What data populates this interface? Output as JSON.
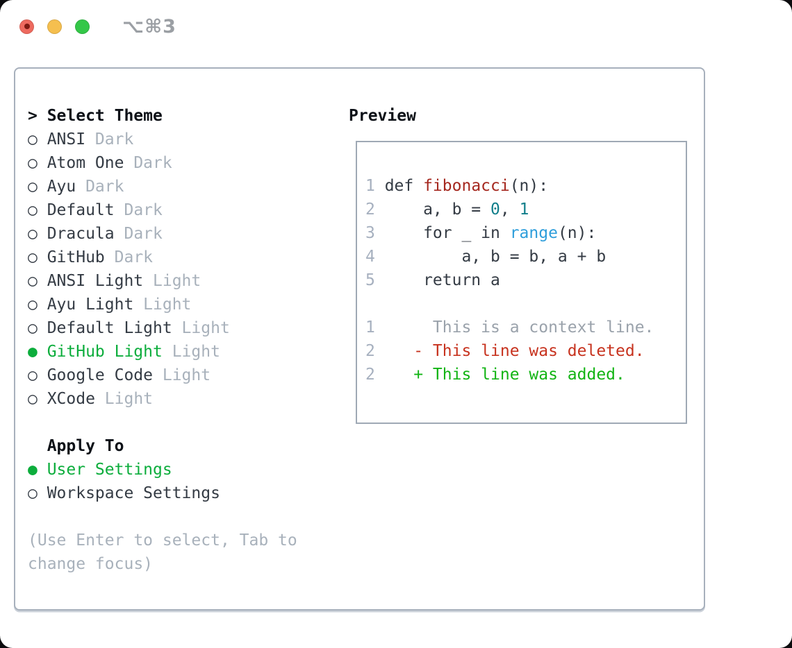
{
  "titlebar": {
    "shortcut": "⌥⌘3",
    "buttons": [
      "close",
      "minimize",
      "zoom"
    ]
  },
  "markers": {
    "selected": "●",
    "unselected": "○"
  },
  "left": {
    "select_heading": {
      "prompt": ">",
      "label": "Select Theme"
    },
    "themes": [
      {
        "name": "ANSI",
        "variant": "Dark",
        "selected": false
      },
      {
        "name": "Atom One",
        "variant": "Dark",
        "selected": false
      },
      {
        "name": "Ayu",
        "variant": "Dark",
        "selected": false
      },
      {
        "name": "Default",
        "variant": "Dark",
        "selected": false
      },
      {
        "name": "Dracula",
        "variant": "Dark",
        "selected": false
      },
      {
        "name": "GitHub",
        "variant": "Dark",
        "selected": false
      },
      {
        "name": "ANSI Light",
        "variant": "Light",
        "selected": false
      },
      {
        "name": "Ayu Light",
        "variant": "Light",
        "selected": false
      },
      {
        "name": "Default Light",
        "variant": "Light",
        "selected": false
      },
      {
        "name": "GitHub Light",
        "variant": "Light",
        "selected": true
      },
      {
        "name": "Google Code",
        "variant": "Light",
        "selected": false
      },
      {
        "name": "XCode",
        "variant": "Light",
        "selected": false
      }
    ],
    "apply_heading": "Apply To",
    "apply_options": [
      {
        "label": "User Settings",
        "selected": true
      },
      {
        "label": "Workspace Settings",
        "selected": false
      }
    ],
    "hint": "(Use Enter to select, Tab to change focus)"
  },
  "preview": {
    "title": "Preview",
    "code_lines": [
      {
        "num": "1",
        "segments": [
          {
            "t": "def ",
            "c": "text"
          },
          {
            "t": "fibonacci",
            "c": "func"
          },
          {
            "t": "(n):",
            "c": "text"
          }
        ]
      },
      {
        "num": "2",
        "segments": [
          {
            "t": "    a, b = ",
            "c": "text"
          },
          {
            "t": "0",
            "c": "number"
          },
          {
            "t": ", ",
            "c": "text"
          },
          {
            "t": "1",
            "c": "number"
          }
        ]
      },
      {
        "num": "3",
        "segments": [
          {
            "t": "    for _ in ",
            "c": "text"
          },
          {
            "t": "range",
            "c": "builtin"
          },
          {
            "t": "(n):",
            "c": "text"
          }
        ]
      },
      {
        "num": "4",
        "segments": [
          {
            "t": "        a, b = b, a + b",
            "c": "text"
          }
        ]
      },
      {
        "num": "5",
        "segments": [
          {
            "t": "    return a",
            "c": "text"
          }
        ]
      }
    ],
    "diff_lines": [
      {
        "num": "1",
        "type": "context",
        "text": "     This is a context line."
      },
      {
        "num": "2",
        "type": "deleted",
        "text": "   - This line was deleted."
      },
      {
        "num": "2",
        "type": "added",
        "text": "   + This line was added."
      }
    ]
  },
  "colors": {
    "selected_green": "#0cad3c",
    "added_green": "#12b414",
    "deleted_red": "#c7331f",
    "function_red": "#a5281f",
    "number_teal": "#0f7e8a",
    "builtin_blue": "#2e9edb",
    "text_dark": "#343b44",
    "heading_black": "#0d1117",
    "muted_gray": "#a8b1bb",
    "linenum_gray": "#a6b0bf",
    "context_gray": "#9aa2ab",
    "panel_border": "#a7b0bc",
    "preview_border": "#9fa9b5",
    "shortcut_gray": "#9b9fa4",
    "light_red": "#ee6a5f",
    "light_red_dot": "#7e1a12",
    "light_yellow": "#f5bf4f",
    "light_green": "#34c748"
  }
}
